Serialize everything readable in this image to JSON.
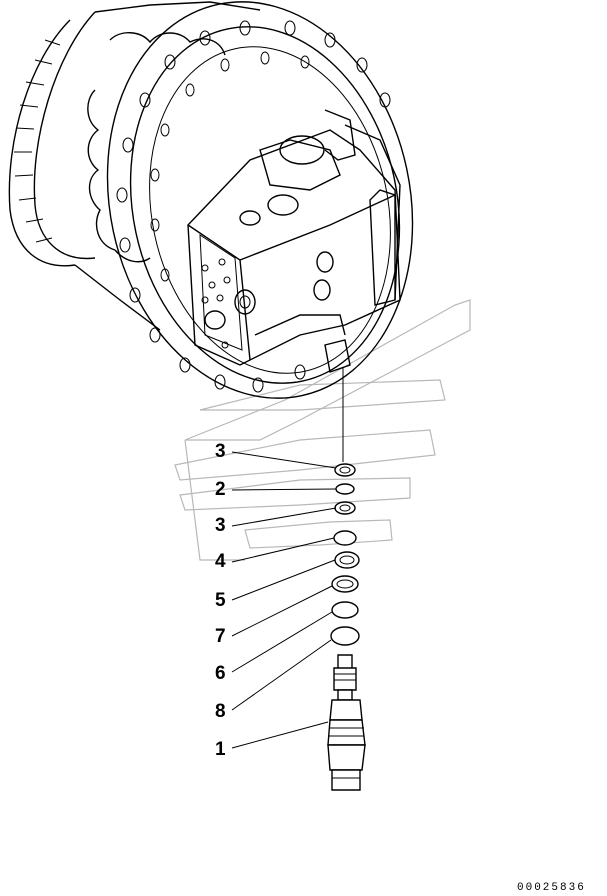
{
  "callouts": [
    {
      "label": "3"
    },
    {
      "label": "2"
    },
    {
      "label": "3"
    },
    {
      "label": "4"
    },
    {
      "label": "5"
    },
    {
      "label": "7"
    },
    {
      "label": "6"
    },
    {
      "label": "8"
    },
    {
      "label": "1"
    }
  ],
  "document_id": "00025836"
}
